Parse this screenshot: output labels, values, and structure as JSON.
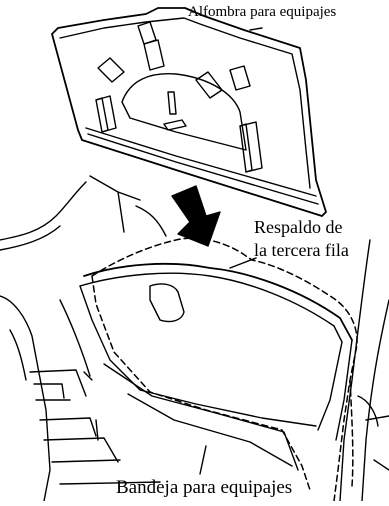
{
  "labels": {
    "mat": "Alfombra para equipajes",
    "seat_line1": "Respaldo de",
    "seat_line2": "la tercera fila",
    "tray": "Bandeja para equipajes"
  },
  "colors": {
    "line": "#000000",
    "background": "#ffffff",
    "arrow_fill": "#000000"
  },
  "icons": {
    "arrow": "down-arrow-icon"
  }
}
